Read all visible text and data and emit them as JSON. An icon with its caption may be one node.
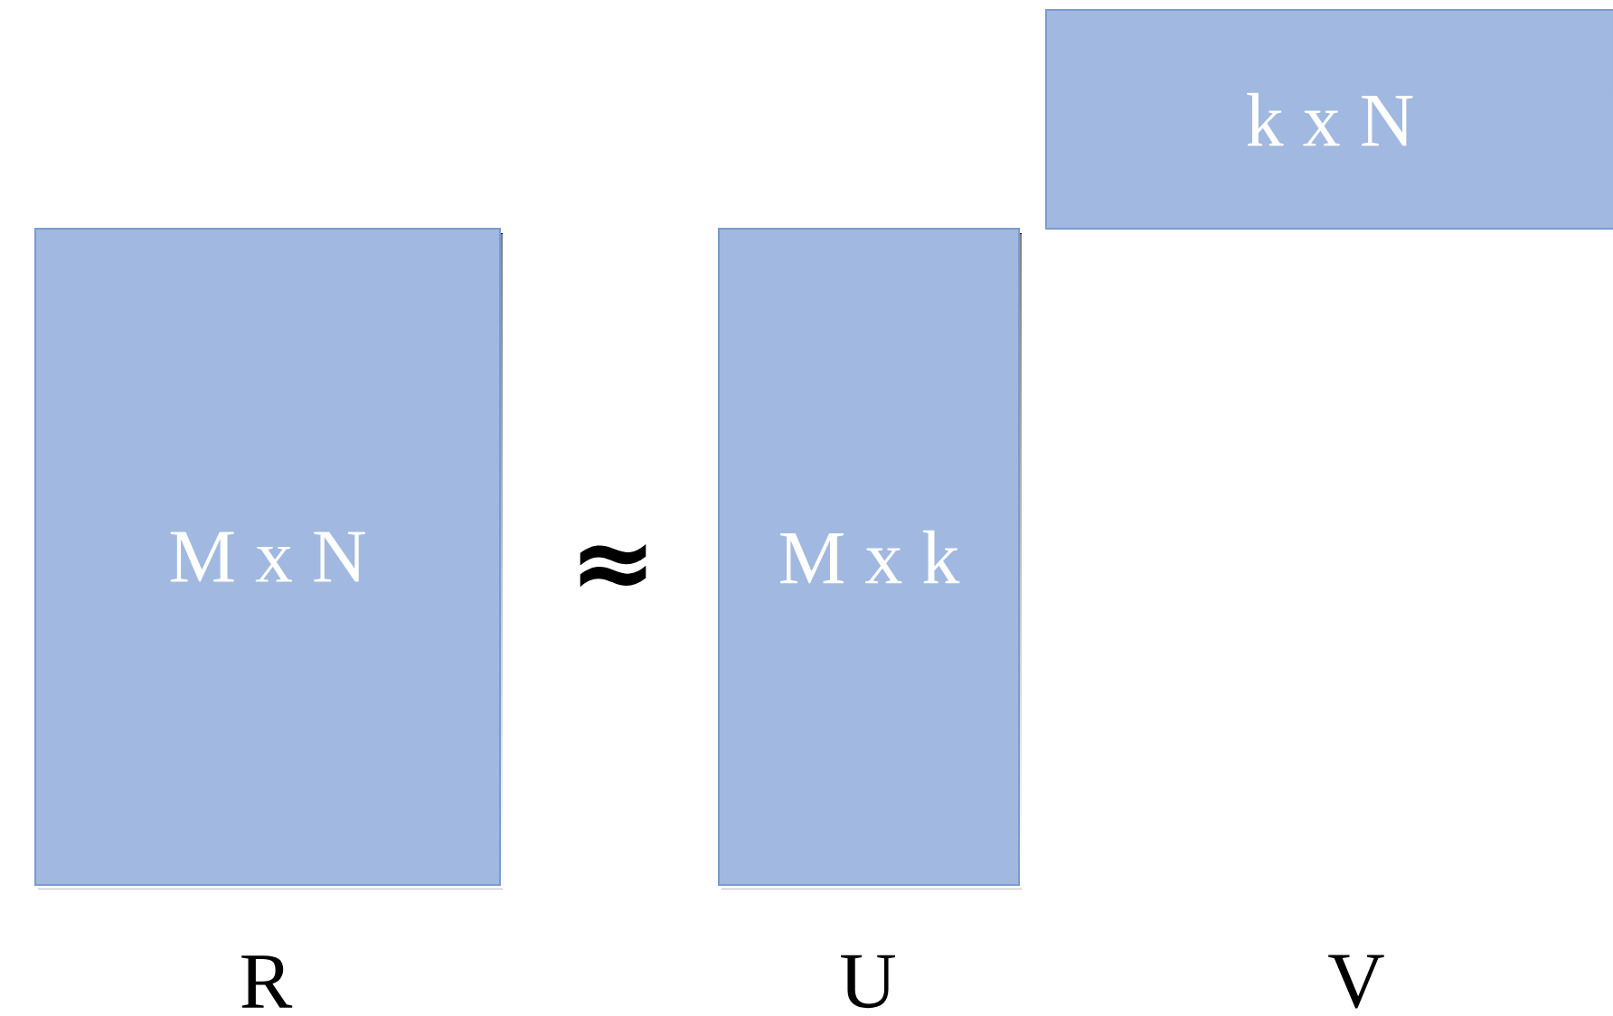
{
  "diagram": {
    "nodes": [
      {
        "text": [
          "M x N"
        ]
      },
      {
        "text": [
          "M x k"
        ]
      },
      {
        "text": [
          "k x N"
        ]
      }
    ],
    "labels": [
      "≈",
      "R",
      "U",
      "V"
    ]
  }
}
